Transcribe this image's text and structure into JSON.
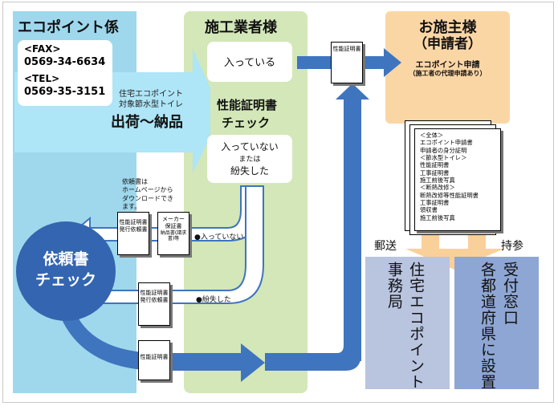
{
  "colors": {
    "eco_blue_panel": "#9fd8ec",
    "contractor_green_panel": "#d3e7b8",
    "owner_orange_panel": "#fbd6a5",
    "arrow_light_blue": "#aee5f7",
    "arrow_dark_blue": "#3f74bf",
    "circle_blue": "#3465b0",
    "box_gray_blue": "#b9c4df",
    "box_blue": "#8ea6d3",
    "arrow_orange": "#fad09a"
  },
  "eco": {
    "title": "エコポイント係",
    "fax_label": "<FAX>",
    "fax_number": "0569-34-6634",
    "tel_label": "<TEL>",
    "tel_number": "0569-35-3151",
    "note_line1": "住宅エコポイント",
    "note_line2": "対象節水型トイレ",
    "shipping": "出荷～納品"
  },
  "contractor": {
    "title": "施工業者様",
    "included": "入っている",
    "check_line1": "性能証明書",
    "check_line2": "チェック",
    "not_included_line1": "入っていない",
    "not_included_line2": "または",
    "not_included_line3": "紛失した"
  },
  "owner": {
    "title_line1": "お施主様",
    "title_line2": "（申請者）",
    "subtitle_line1": "エコポイント申請",
    "subtitle_line2": "（施工者の代理申請あり）"
  },
  "docs": {
    "cert_small": "性能証明書",
    "request_form_line1": "性能証明書",
    "request_form_line2": "発行依頼書",
    "maker_line1": "メーカー",
    "maker_line2": "保証書",
    "maker_line3": "納品書(請求書)等",
    "request_form2_line1": "性能証明書",
    "request_form2_line2": "発行依頼書",
    "cert_bottom": "性能証明書"
  },
  "download_note": [
    "依頼書は",
    "ホームページから",
    "ダウンロードでき",
    "ます。"
  ],
  "labels": {
    "not_included": "●入っていない",
    "lost": "●紛失した",
    "mail": "郵送",
    "bring": "持参"
  },
  "request_check": {
    "line1": "依頼書",
    "line2": "チェック"
  },
  "document_list": [
    "＜全体＞",
    "エコポイント申請書",
    "申請者の身分証明",
    "＜節水型トイレ＞",
    "性能証明書",
    "工事証明書",
    "施工前後写真",
    "＜断熱改修＞",
    "断熱改修等性能証明書",
    "工事証明書",
    "領収書",
    "施工前後写真"
  ],
  "mail_box": {
    "lines": [
      "住",
      "宅",
      "エ",
      "コ",
      "ポ",
      "イ",
      "ン",
      "ト",
      "事",
      "務",
      "局"
    ],
    "col1": "住宅エコポイント",
    "col2": "事務局"
  },
  "bring_box": {
    "col1": "受付窓口",
    "col2": "各都道府県に設置"
  }
}
